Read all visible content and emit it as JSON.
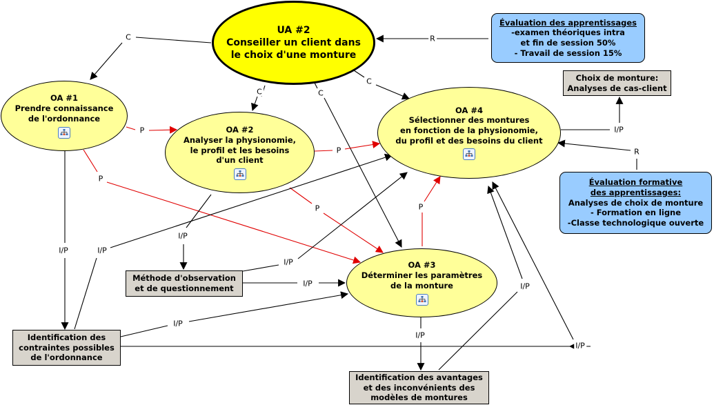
{
  "colors": {
    "main_fill": "#ffff00",
    "concept_fill": "#ffff99",
    "resource_fill": "#d8d4cc",
    "evaluation_fill": "#99ccff",
    "precedence_link": "#e00000",
    "other_link": "#000000"
  },
  "nodes": {
    "ua2": {
      "lines": [
        "UA #2",
        "Conseiller un client dans",
        "le choix d'une monture"
      ]
    },
    "oa1": {
      "lines": [
        "OA #1",
        "Prendre connaissance",
        "de l'ordonnance"
      ],
      "icon": "concept-map-icon"
    },
    "oa2": {
      "lines": [
        "OA #2",
        "Analyser la physionomie,",
        "le profil et les besoins",
        "d'un client"
      ],
      "icon": "concept-map-icon"
    },
    "oa3": {
      "lines": [
        "OA #3",
        "Déterminer les paramètres",
        "de la monture"
      ],
      "icon": "concept-map-icon"
    },
    "oa4": {
      "lines": [
        "OA #4",
        "Sélectionner des montures",
        "en fonction de la physionomie,",
        "du profil et des besoins du client"
      ],
      "icon": "concept-map-icon"
    },
    "eval_sommative": {
      "title": "Évaluation des apprentissages",
      "lines": [
        "-examen théoriques intra",
        "et fin de session 50%",
        "- Travail de session 15%"
      ]
    },
    "eval_formative": {
      "title_lines": [
        "Évaluation formative",
        "des apprentissages:"
      ],
      "lines": [
        "Analyses de choix de monture",
        "- Formation en ligne",
        "-Classe technologique ouverte"
      ]
    },
    "choix_monture": {
      "lines": [
        "Choix de monture:",
        "Analyses de cas-client"
      ]
    },
    "methode": {
      "lines": [
        "Méthode d'observation",
        "et de questionnement"
      ]
    },
    "contraintes": {
      "lines": [
        "Identification des",
        "contraintes possibles",
        "de l'ordonnance"
      ]
    },
    "avantages": {
      "lines": [
        "Identification des avantages",
        "et des inconvénients des",
        "modèles de montures"
      ]
    }
  },
  "links": [
    {
      "from": "ua2",
      "to": "oa1",
      "label": "C",
      "type": "other"
    },
    {
      "from": "ua2",
      "to": "oa2",
      "label": "C",
      "type": "other"
    },
    {
      "from": "ua2",
      "to": "oa3",
      "label": "C",
      "type": "other"
    },
    {
      "from": "ua2",
      "to": "oa4",
      "label": "C",
      "type": "other"
    },
    {
      "from": "eval_sommative",
      "to": "ua2",
      "label": "R",
      "type": "other"
    },
    {
      "from": "oa1",
      "to": "oa2",
      "label": "P",
      "type": "precedence"
    },
    {
      "from": "oa1",
      "to": "oa3",
      "label": "P",
      "type": "precedence"
    },
    {
      "from": "oa2",
      "to": "oa4",
      "label": "P",
      "type": "precedence"
    },
    {
      "from": "oa2",
      "to": "oa3",
      "label": "P",
      "type": "precedence"
    },
    {
      "from": "oa3",
      "to": "oa4",
      "label": "P",
      "type": "precedence"
    },
    {
      "from": "oa1",
      "to": "contraintes",
      "label": "I/P",
      "type": "other"
    },
    {
      "from": "contraintes",
      "to": "oa4",
      "label": "I/P",
      "type": "other"
    },
    {
      "from": "oa2",
      "to": "methode",
      "label": "I/P",
      "type": "other"
    },
    {
      "from": "methode",
      "to": "oa4",
      "label": "I/P",
      "type": "other"
    },
    {
      "from": "methode",
      "to": "oa3",
      "label": "I/P",
      "type": "other"
    },
    {
      "from": "contraintes",
      "to": "oa3",
      "label": "I/P",
      "type": "other"
    },
    {
      "from": "contraintes",
      "to": "oa4",
      "label": "I/P",
      "type": "other",
      "via": "bottom"
    },
    {
      "from": "oa3",
      "to": "avantages",
      "label": "I/P",
      "type": "other"
    },
    {
      "from": "avantages",
      "to": "oa4",
      "label": "I/P",
      "type": "other"
    },
    {
      "from": "oa4",
      "to": "choix_monture",
      "label": "I/P",
      "type": "other"
    },
    {
      "from": "eval_formative",
      "to": "oa4",
      "label": "R",
      "type": "other"
    }
  ]
}
